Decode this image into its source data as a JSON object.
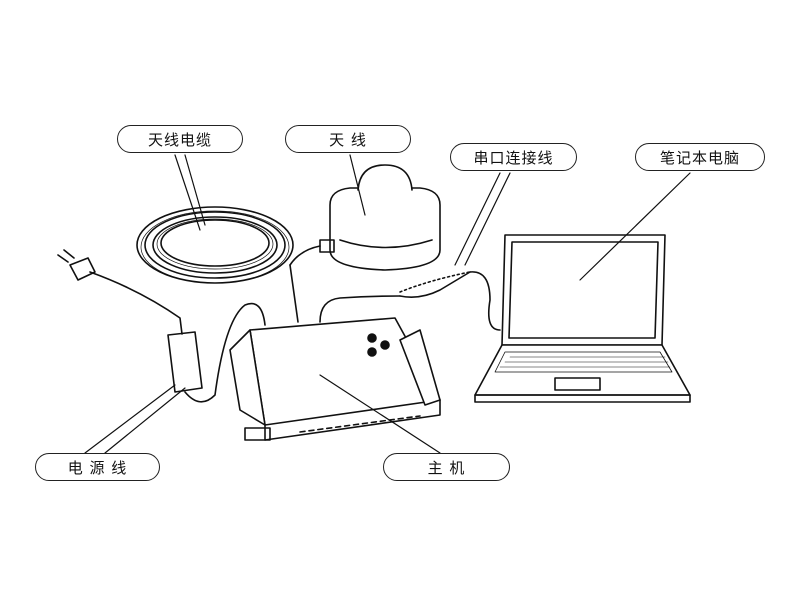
{
  "labels": {
    "antenna_cable": "天线电缆",
    "antenna": "天 线",
    "serial_cable": "串口连接线",
    "laptop": "笔记本电脑",
    "power_cord": "电 源 线",
    "host": "主 机"
  }
}
